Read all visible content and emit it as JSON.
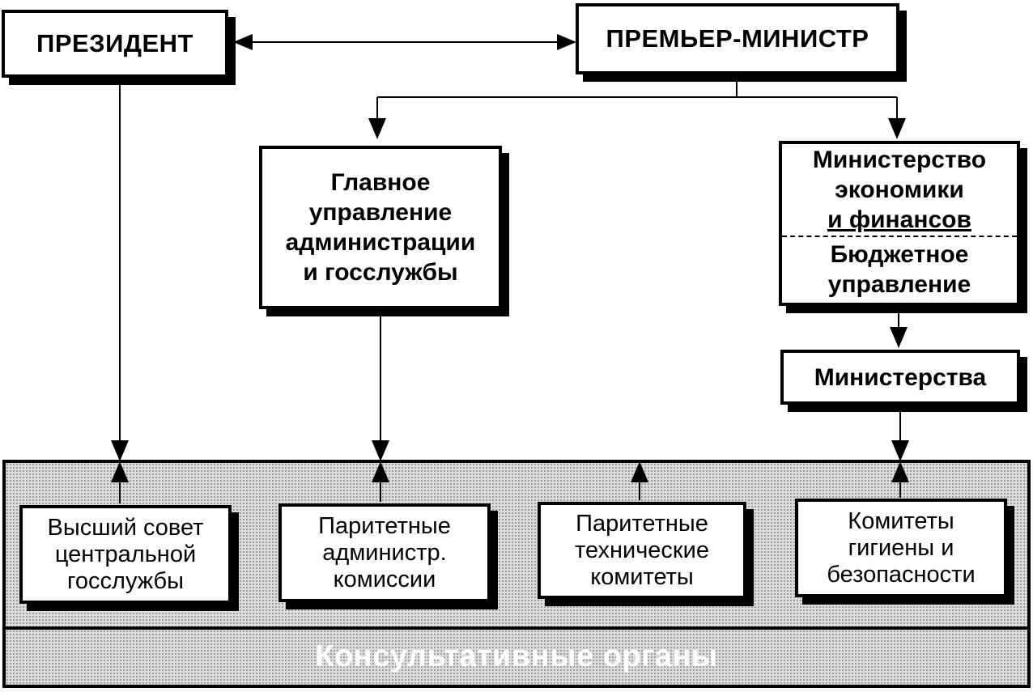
{
  "top": {
    "president": "ПРЕЗИДЕНТ",
    "prime_minister": "ПРЕМЬЕР-МИНИСТР"
  },
  "middle": {
    "directorate_lines": [
      "Главное",
      "управление",
      "администрации",
      "и госслужбы"
    ],
    "ministry_econ_lines": [
      "Министерство",
      "экономики",
      "и финансов"
    ],
    "budget_lines": [
      "Бюджетное",
      "управление"
    ],
    "ministries": "Министерства"
  },
  "consultative": {
    "boxes": [
      {
        "lines": [
          "Высший совет",
          "центральной",
          "госслужбы"
        ]
      },
      {
        "lines": [
          "Паритетные",
          "администр.",
          "комиссии"
        ]
      },
      {
        "lines": [
          "Паритетные",
          "технические",
          "комитеты"
        ]
      },
      {
        "lines": [
          "Комитеты",
          "гигиены и",
          "безопасности"
        ]
      }
    ],
    "band_label": "Консультативные органы"
  },
  "colors": {
    "ink": "#000000",
    "band_fill": "#dcdcdc",
    "band_text": "#ffffff"
  }
}
